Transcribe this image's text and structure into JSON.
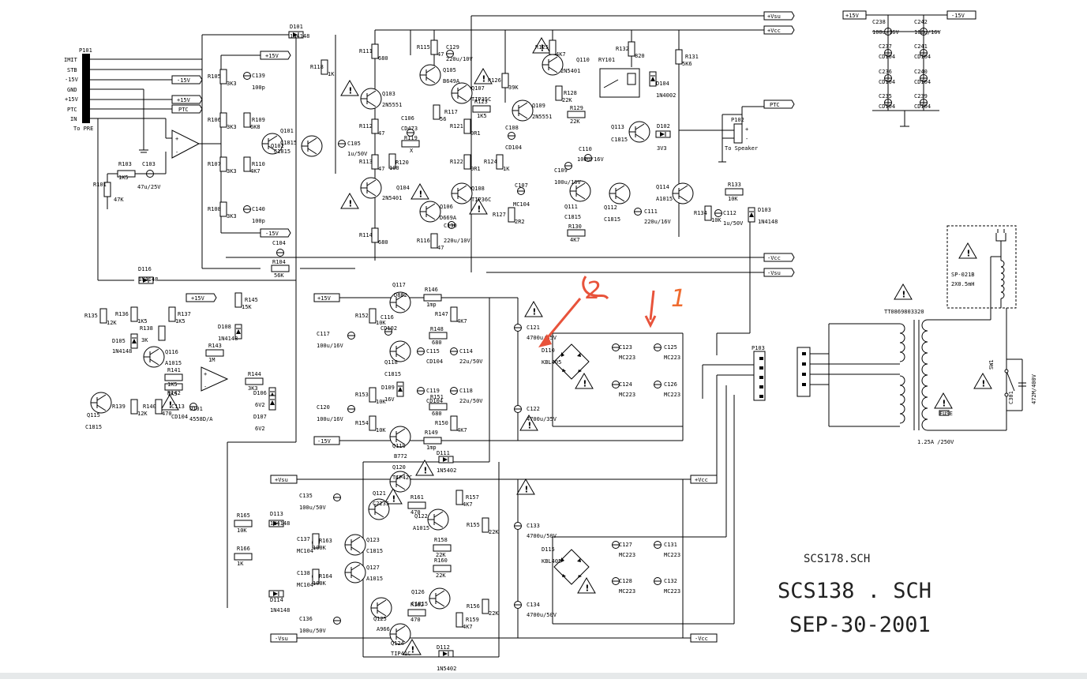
{
  "title_block": {
    "sch_file": "SCS178.SCH",
    "sch_name": "SCS138 . SCH",
    "date": "SEP-30-2001"
  },
  "connector_p101": {
    "ref": "P101",
    "pins": [
      "IMIT",
      "STB",
      "-15V",
      "GND",
      "+15V",
      "PTC",
      "IN"
    ],
    "note": "To PRE"
  },
  "rails": {
    "pos15": "+15V",
    "neg15": "-15V",
    "vsu_pos": "+Vsu",
    "vcc_pos": "+Vcc",
    "vcc_neg": "-Vcc",
    "vsu_neg": "-Vsu",
    "ptc": "PTC"
  },
  "p102": {
    "ref": "P102",
    "note": "To Speaker"
  },
  "p103": {
    "ref": "P103"
  },
  "transformer": {
    "ref": "TT0869803320",
    "fuse_label": "FUSE",
    "fuse_rating": "1.25A /250V"
  },
  "plug": {
    "ref": "SP-021B",
    "spec": "2X0.5mH"
  },
  "switch": {
    "ref": "SW1",
    "cap": "C301",
    "cap_value": "472M/400V"
  },
  "components": [
    {
      "ref": "U101",
      "value": "4558D/A"
    },
    {
      "ref": "R101",
      "value": "47K"
    },
    {
      "ref": "R103",
      "value": "1K5"
    },
    {
      "ref": "C103",
      "value": "47u/25V"
    },
    {
      "ref": "R105",
      "value": "3K3"
    },
    {
      "ref": "R106",
      "value": "3K3"
    },
    {
      "ref": "R107",
      "value": "3K3"
    },
    {
      "ref": "R108",
      "value": "3K3"
    },
    {
      "ref": "R109",
      "value": "6K8"
    },
    {
      "ref": "R110",
      "value": "4K7"
    },
    {
      "ref": "C139",
      "value": "100p"
    },
    {
      "ref": "C140",
      "value": "100p"
    },
    {
      "ref": "Q101",
      "value": "C1815"
    },
    {
      "ref": "Q102",
      "value": "C1815"
    },
    {
      "ref": "D101",
      "value": "1N4148"
    },
    {
      "ref": "R118",
      "value": "1K"
    },
    {
      "ref": "C105",
      "value": "1u/50V"
    },
    {
      "ref": "R111",
      "value": "680"
    },
    {
      "ref": "R112",
      "value": "47"
    },
    {
      "ref": "R113",
      "value": "47"
    },
    {
      "ref": "R114",
      "value": "680"
    },
    {
      "ref": "Q103",
      "value": "2N5551"
    },
    {
      "ref": "Q104",
      "value": "2N5401"
    },
    {
      "ref": "R115",
      "value": "47"
    },
    {
      "ref": "R116",
      "value": "47"
    },
    {
      "ref": "C129",
      "value": "220u/10V"
    },
    {
      "ref": "C130",
      "value": "220u/10V"
    },
    {
      "ref": "Q105",
      "value": "B649A"
    },
    {
      "ref": "Q106",
      "value": "D669A"
    },
    {
      "ref": "R117",
      "value": "56"
    },
    {
      "ref": "C106",
      "value": "CD473"
    },
    {
      "ref": "R119",
      "value": "X"
    },
    {
      "ref": "R120",
      "value": "100"
    },
    {
      "ref": "R121",
      "value": "0R1"
    },
    {
      "ref": "R122",
      "value": "0R1"
    },
    {
      "ref": "Q107",
      "value": "TIP35C"
    },
    {
      "ref": "Q108",
      "value": "TIP36C"
    },
    {
      "ref": "R123",
      "value": "1K5"
    },
    {
      "ref": "C108",
      "value": "CD104"
    },
    {
      "ref": "R124",
      "value": "1K"
    },
    {
      "ref": "C107",
      "value": "MC104"
    },
    {
      "ref": "R127",
      "value": "2R2"
    },
    {
      "ref": "R125",
      "value": "4K7"
    },
    {
      "ref": "R126",
      "value": "39K"
    },
    {
      "ref": "R128",
      "value": "22K"
    },
    {
      "ref": "R129",
      "value": "22K"
    },
    {
      "ref": "Q109",
      "value": "2N5551"
    },
    {
      "ref": "Q110",
      "value": "2N5401"
    },
    {
      "ref": "RY101",
      "value": ""
    },
    {
      "ref": "R132",
      "value": "820"
    },
    {
      "ref": "R131",
      "value": "5K6"
    },
    {
      "ref": "D104",
      "value": "1N4002"
    },
    {
      "ref": "D102",
      "value": "3V3"
    },
    {
      "ref": "Q113",
      "value": "C1815"
    },
    {
      "ref": "C110",
      "value": "100u/16V"
    },
    {
      "ref": "C109",
      "value": "100u/16V"
    },
    {
      "ref": "Q111",
      "value": "C1815"
    },
    {
      "ref": "Q112",
      "value": "C1815"
    },
    {
      "ref": "C111",
      "value": "220u/16V"
    },
    {
      "ref": "Q114",
      "value": "A1015"
    },
    {
      "ref": "R133",
      "value": "10K"
    },
    {
      "ref": "R134",
      "value": "10K"
    },
    {
      "ref": "C112",
      "value": "1u/50V"
    },
    {
      "ref": "D103",
      "value": "1N4148"
    },
    {
      "ref": "R130",
      "value": "4K7"
    },
    {
      "ref": "C104",
      "value": ""
    },
    {
      "ref": "R104",
      "value": "56K"
    },
    {
      "ref": "D116",
      "value": "1N4148"
    },
    {
      "ref": "R135",
      "value": "12K"
    },
    {
      "ref": "R136",
      "value": "1K5"
    },
    {
      "ref": "R137",
      "value": "1K5"
    },
    {
      "ref": "R138",
      "value": "3K"
    },
    {
      "ref": "D105",
      "value": "1N4148"
    },
    {
      "ref": "Q116",
      "value": "A1015"
    },
    {
      "ref": "Q115",
      "value": "C1815"
    },
    {
      "ref": "R139",
      "value": "12K"
    },
    {
      "ref": "R140",
      "value": "470"
    },
    {
      "ref": "C113",
      "value": "CD104"
    },
    {
      "ref": "R141",
      "value": "1K5"
    },
    {
      "ref": "R142",
      "value": "1K5"
    },
    {
      "ref": "R143",
      "value": "1M"
    },
    {
      "ref": "R144",
      "value": "3K3"
    },
    {
      "ref": "R145",
      "value": "15K"
    },
    {
      "ref": "D108",
      "value": "1N4148"
    },
    {
      "ref": "D106",
      "value": "6V2"
    },
    {
      "ref": "D107",
      "value": "6V2"
    },
    {
      "ref": "Q117",
      "value": "D882"
    },
    {
      "ref": "Q118",
      "value": "C1815"
    },
    {
      "ref": "Q119",
      "value": "B772"
    },
    {
      "ref": "R146",
      "value": "1mp"
    },
    {
      "ref": "R147",
      "value": "4K7"
    },
    {
      "ref": "R148",
      "value": "680"
    },
    {
      "ref": "R149",
      "value": "1mp"
    },
    {
      "ref": "R150",
      "value": "4K7"
    },
    {
      "ref": "R151",
      "value": "680"
    },
    {
      "ref": "R152",
      "value": "10K"
    },
    {
      "ref": "R153",
      "value": "10K"
    },
    {
      "ref": "R154",
      "value": "10K"
    },
    {
      "ref": "C116",
      "value": "CD102"
    },
    {
      "ref": "C115",
      "value": "CD104"
    },
    {
      "ref": "C114",
      "value": "22u/50V"
    },
    {
      "ref": "C117",
      "value": "100u/16V"
    },
    {
      "ref": "C119",
      "value": "CD104"
    },
    {
      "ref": "C118",
      "value": "22u/50V"
    },
    {
      "ref": "C120",
      "value": "100u/16V"
    },
    {
      "ref": "D109",
      "value": "16V"
    },
    {
      "ref": "C121",
      "value": "4700u/35V"
    },
    {
      "ref": "C122",
      "value": "4700u/35V"
    },
    {
      "ref": "D110",
      "value": "KBL405"
    },
    {
      "ref": "C123",
      "value": "MC223"
    },
    {
      "ref": "C124",
      "value": "MC223"
    },
    {
      "ref": "C125",
      "value": "MC223"
    },
    {
      "ref": "C126",
      "value": "MC223"
    },
    {
      "ref": "C135",
      "value": "100u/50V"
    },
    {
      "ref": "Q120",
      "value": "TIP42C"
    },
    {
      "ref": "Q121",
      "value": "C2235"
    },
    {
      "ref": "Q122",
      "value": "A1015"
    },
    {
      "ref": "R161",
      "value": "470"
    },
    {
      "ref": "R157",
      "value": "4K7"
    },
    {
      "ref": "R155",
      "value": "22K"
    },
    {
      "ref": "D111",
      "value": "1N5402"
    },
    {
      "ref": "R165",
      "value": "10K"
    },
    {
      "ref": "D113",
      "value": "1N4148"
    },
    {
      "ref": "C137",
      "value": "MC104"
    },
    {
      "ref": "R163",
      "value": "100K"
    },
    {
      "ref": "Q123",
      "value": "C1815"
    },
    {
      "ref": "R158",
      "value": "22K"
    },
    {
      "ref": "R166",
      "value": "1K"
    },
    {
      "ref": "C138",
      "value": "MC104"
    },
    {
      "ref": "R164",
      "value": "100K"
    },
    {
      "ref": "Q127",
      "value": "A1015"
    },
    {
      "ref": "R160",
      "value": "22K"
    },
    {
      "ref": "D114",
      "value": "1N4148"
    },
    {
      "ref": "Q126",
      "value": "C1815"
    },
    {
      "ref": "R162",
      "value": "470"
    },
    {
      "ref": "Q125",
      "value": "A966"
    },
    {
      "ref": "Q124",
      "value": "TIP41C"
    },
    {
      "ref": "R159",
      "value": "4K7"
    },
    {
      "ref": "R156",
      "value": "22K"
    },
    {
      "ref": "C136",
      "value": "100u/50V"
    },
    {
      "ref": "D112",
      "value": "1N5402"
    },
    {
      "ref": "C133",
      "value": "4700u/50V"
    },
    {
      "ref": "C134",
      "value": "4700u/50V"
    },
    {
      "ref": "D115",
      "value": "KBL405"
    },
    {
      "ref": "C127",
      "value": "MC223"
    },
    {
      "ref": "C128",
      "value": "MC223"
    },
    {
      "ref": "C131",
      "value": "MC223"
    },
    {
      "ref": "C132",
      "value": "MC223"
    },
    {
      "ref": "C238",
      "value": "100u/16V"
    },
    {
      "ref": "C242",
      "value": "100u/16V"
    },
    {
      "ref": "C237",
      "value": "CD104"
    },
    {
      "ref": "C241",
      "value": "CD104"
    },
    {
      "ref": "C236",
      "value": "CD104"
    },
    {
      "ref": "C240",
      "value": "CD104"
    },
    {
      "ref": "C235",
      "value": "CD104"
    },
    {
      "ref": "C239",
      "value": "CD104"
    }
  ],
  "annotations": [
    "2",
    "1"
  ]
}
